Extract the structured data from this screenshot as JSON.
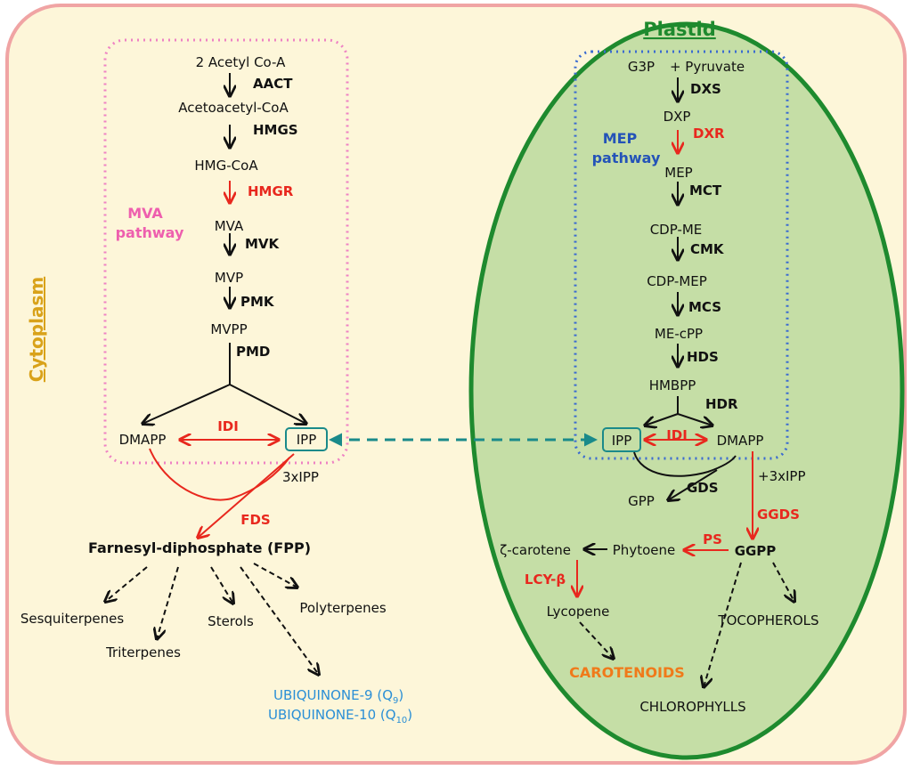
{
  "compartments": {
    "cytoplasm": "Cytoplasm",
    "plastid": "Plastid",
    "mva_line1": "MVA",
    "mva_line2": "pathway",
    "mep_line1": "MEP",
    "mep_line2": "pathway"
  },
  "mva": {
    "acetyl_coa": "2 Acetyl Co-A",
    "aact": "AACT",
    "acetoacetyl_coa": "Acetoacetyl-CoA",
    "hmgs": "HMGS",
    "hmg_coa": "HMG-CoA",
    "hmgr": "HMGR",
    "mva": "MVA",
    "mvk": "MVK",
    "mvp": "MVP",
    "pmk": "PMK",
    "mvpp": "MVPP",
    "pmd": "PMD",
    "dmapp": "DMAPP",
    "idi": "IDI",
    "ipp": "IPP",
    "three_ipp": "3xIPP",
    "fds": "FDS",
    "fpp": "Farnesyl-diphosphate (FPP)"
  },
  "fpp_products": {
    "sesquiterpenes": "Sesquiterpenes",
    "triterpenes": "Triterpenes",
    "sterols": "Sterols",
    "polyterpenes": "Polyterpenes",
    "ubiq9": "UBIQUINONE-9 (Q",
    "ubiq9_sub": "9",
    "ubiq10": "UBIQUINONE-10 (Q",
    "ubiq10_sub": "10",
    "close_paren": ")"
  },
  "mep": {
    "g3p": "G3P",
    "pyruvate": "+ Pyruvate",
    "dxs": "DXS",
    "dxp": "DXP",
    "dxr": "DXR",
    "mep": "MEP",
    "mct": "MCT",
    "cdp_me": "CDP-ME",
    "cmk": "CMK",
    "cdp_mep": "CDP-MEP",
    "mcs": "MCS",
    "me_cpp": "ME-cPP",
    "hds": "HDS",
    "hmbpp": "HMBPP",
    "hdr": "HDR",
    "ipp": "IPP",
    "idi": "IDI",
    "dmapp": "DMAPP",
    "gds": "GDS",
    "gpp": "GPP",
    "three_ipp": "+3xIPP",
    "ggds": "GGDS",
    "ggpp": "GGPP",
    "ps": "PS",
    "phytoene": "Phytoene",
    "zeta_carotene": "ζ-carotene",
    "lcy": "LCY-β",
    "lycopene": "Lycopene",
    "carotenoids": "CAROTENOIDS",
    "tocopherols": "TOCOPHEROLS",
    "chlorophylls": "CHLOROPHYLLS"
  },
  "colors": {
    "cell_fill": "#fdf6d9",
    "cell_border": "#f0a4a4",
    "plastid_fill": "#c5dea6",
    "plastid_border": "#1e8a2e",
    "mva_box": "#ee82c4",
    "mep_box": "#3b6bd1",
    "enzyme_red": "#e8281e",
    "transport": "#1a8a8a",
    "cytoplasm_label": "#d9a21a",
    "mva_label": "#ee5fae",
    "mep_label": "#2453b8",
    "carotenoids": "#f07a1a",
    "ubiquinone": "#2b8fd6"
  }
}
